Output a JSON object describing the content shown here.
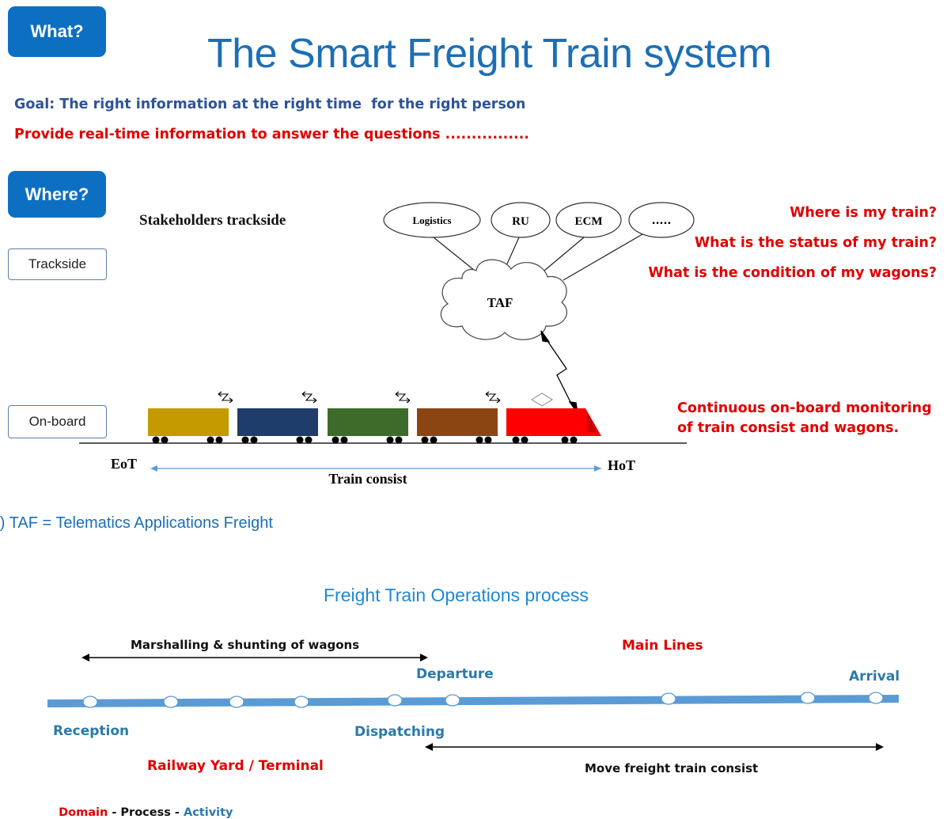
{
  "header": {
    "what_badge": "What?",
    "title": "The Smart Freight Train system",
    "goal": "Goal: The right information at the right time  for the right person",
    "provide": "Provide real-time information to answer the questions ................"
  },
  "where_section": {
    "where_badge": "Where?",
    "stakeholders_label": "Stakeholders trackside",
    "trackside_label": "Trackside",
    "onboard_label": "On-board",
    "stakeholders": [
      "Logistics",
      "RU",
      "ECM",
      "....."
    ],
    "taf_label": "TAF",
    "questions": [
      "Where is my train?",
      "What is the status of my train?",
      "What is the condition of my wagons?"
    ],
    "monitoring_line1": "Continuous on-board monitoring",
    "monitoring_line2": "of train consist and wagons.",
    "eot_label": "EoT",
    "hot_label": "HoT",
    "consist_label": "Train consist",
    "wagon_colors": [
      "#c59a00",
      "#1f3d6b",
      "#3c6b2a",
      "#8b4513",
      "#ff0000"
    ],
    "footnote": "*) TAF = Telematics Applications Freight"
  },
  "process": {
    "title": "Freight Train Operations process",
    "marshalling": "Marshalling & shunting of wagons",
    "main_lines": "Main Lines",
    "departure": "Departure",
    "arrival": "Arrival",
    "reception": "Reception",
    "dispatching": "Dispatching",
    "yard": "Railway Yard / Terminal",
    "move": "Move freight train consist",
    "legend_domain": "Domain",
    "legend_sep1": " - ",
    "legend_process": "Process",
    "legend_sep2": " - ",
    "legend_activity": "Activity"
  },
  "colors": {
    "badge_blue": "#0d6fc2",
    "title_blue": "#1c6fb5",
    "goal_blue": "#2f5496",
    "alert_red": "#e00000",
    "activity_blue": "#2a7aa8",
    "track_blue": "#5b9bd5"
  }
}
